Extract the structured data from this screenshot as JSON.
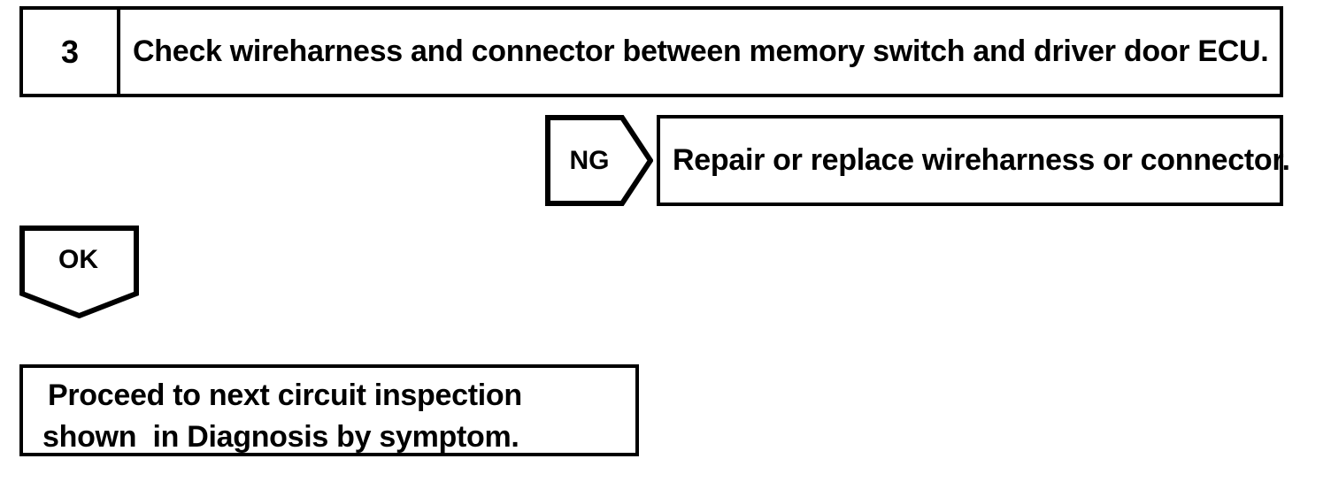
{
  "document": {
    "type": "diagnostic-flowchart",
    "background_color": "#ffffff",
    "line_color": "#000000"
  },
  "step": {
    "number": "3",
    "title": "Check wireharness and connector between memory switch and driver door ECU."
  },
  "branches": {
    "ng": {
      "label": "NG",
      "result": "Repair or replace wireharness or connector."
    },
    "ok": {
      "label": "OK"
    }
  },
  "outcome": {
    "line1": "Proceed to next circuit inspection",
    "line2": "shown  in Diagnosis by symptom."
  }
}
